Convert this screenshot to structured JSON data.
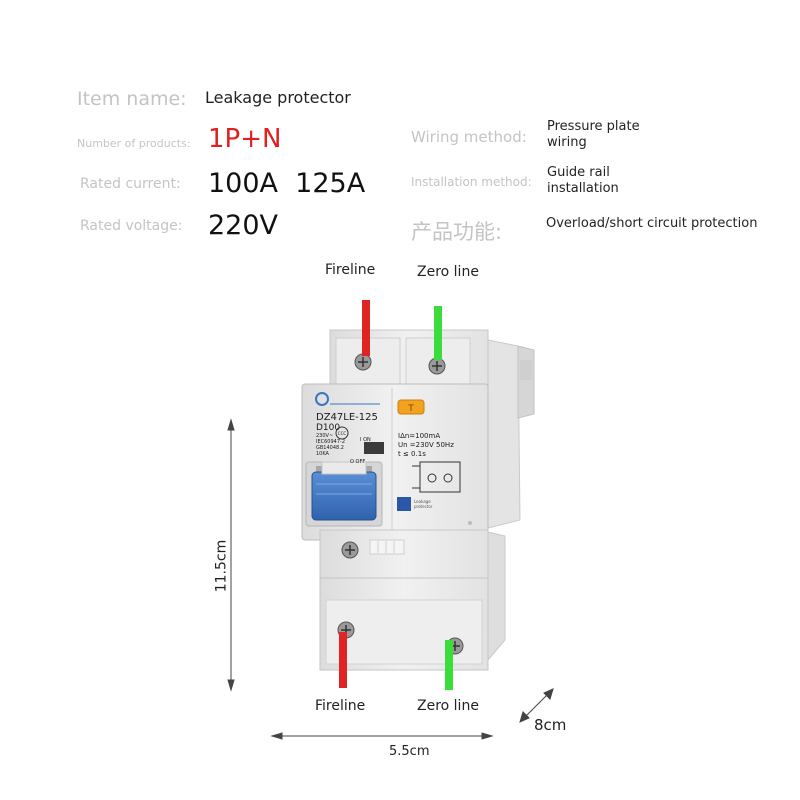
{
  "specs": {
    "item_name": {
      "label": "Item name:",
      "value": "Leakage protector"
    },
    "num_products": {
      "label": "Number of products:",
      "value": "1P+N"
    },
    "rated_current": {
      "label": "Rated current:",
      "value": "100A  125A"
    },
    "rated_voltage": {
      "label": "Rated voltage:",
      "value": "220V"
    },
    "wiring_method": {
      "label": "Wiring method:",
      "value_line1": "Pressure plate",
      "value_line2": "wiring"
    },
    "installation_method": {
      "label": "Installation method:",
      "value_line1": "Guide rail",
      "value_line2": "installation"
    },
    "product_function": {
      "label": "产品功能:",
      "value": "Overload/short circuit protection"
    }
  },
  "wires": {
    "top_fire": "Fireline",
    "top_zero": "Zero line",
    "bottom_fire": "Fireline",
    "bottom_zero": "Zero line",
    "fire_color": "#e02323",
    "zero_color": "#3ddc3d"
  },
  "dimensions": {
    "height": "11.5cm",
    "width": "5.5cm",
    "depth": "8cm"
  },
  "device": {
    "model": "DZ47LE-125",
    "rating": "D100",
    "spec_line1": "IΔn=100mA",
    "spec_line2": "Un =230V 50Hz",
    "spec_line3": "t ≤ 0.1s",
    "small_lines": [
      "230V~",
      "IEC60947-2",
      "GB14048.2",
      "10KA"
    ],
    "on_label": "I ON",
    "off_label": "O OFF",
    "badge_line1": "Leakage",
    "badge_line2": "protector",
    "cert_mark": "CCC",
    "test_button_text": "T"
  },
  "colors": {
    "label_gray": "#c4c4c4",
    "highlight_red": "#e02020",
    "handle_blue": "#3a75c4",
    "body": "#eeeeee"
  }
}
